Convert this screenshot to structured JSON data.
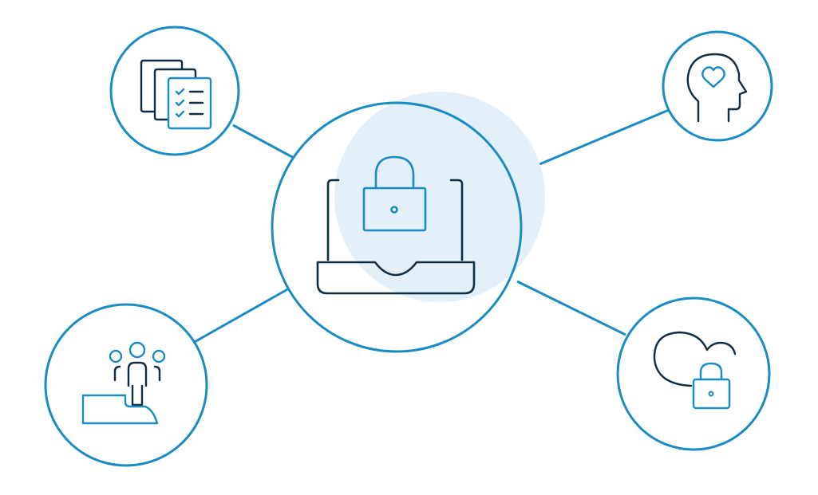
{
  "colors": {
    "accent": "#1a8cc4",
    "dark": "#0f2d45",
    "highlight": "#e4f0f9",
    "background": "#ffffff"
  },
  "diagram": {
    "center": {
      "icon": "laptop-lock-icon"
    },
    "nodes": [
      {
        "id": "top-left",
        "icon": "checklist-documents-icon"
      },
      {
        "id": "top-right",
        "icon": "head-heart-icon"
      },
      {
        "id": "bottom-left",
        "icon": "people-team-icon"
      },
      {
        "id": "bottom-right",
        "icon": "cloud-lock-icon"
      }
    ]
  }
}
